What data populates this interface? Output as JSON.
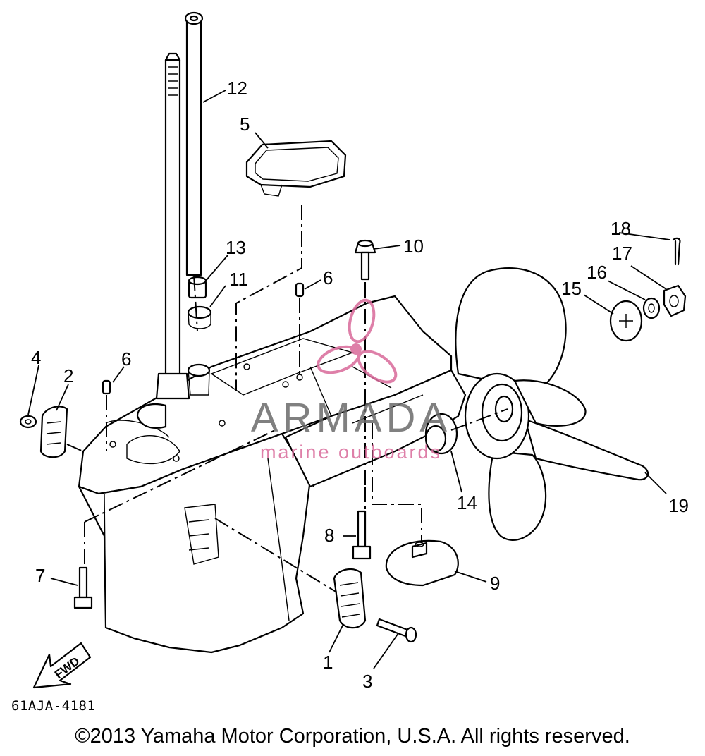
{
  "diagram": {
    "code": "61AJA-4181",
    "copyright": "©2013 Yamaha Motor Corporation, U.S.A. All rights reserved.",
    "fwd_label": "FWD"
  },
  "watermark": {
    "brand": "ARMADA",
    "tagline": "marine outboards",
    "accent_color": "#d9699a",
    "text_color": "#6b6b6b"
  },
  "callouts": {
    "c1": "1",
    "c2": "2",
    "c3": "3",
    "c4": "4",
    "c5": "5",
    "c6a": "6",
    "c6b": "6",
    "c7": "7",
    "c8": "8",
    "c9": "9",
    "c10": "10",
    "c11": "11",
    "c12": "12",
    "c13": "13",
    "c14": "14",
    "c15": "15",
    "c16": "16",
    "c17": "17",
    "c18": "18",
    "c19": "19"
  }
}
